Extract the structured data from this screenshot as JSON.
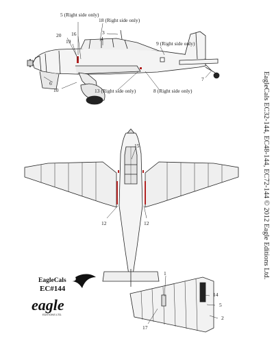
{
  "side_view": {
    "callouts": {
      "c5": "5 (Right side only)",
      "c18": "18 (Right side only)",
      "c3": "3",
      "c4": "4",
      "c20": "20",
      "c16": "16",
      "c19": "19",
      "c9": "9 (Right side only)",
      "c6": "6",
      "c10": "10",
      "c13": "13 (Right side only)",
      "c8": "8 (Right side only)",
      "c7": "7"
    }
  },
  "top_view": {
    "callouts": {
      "c15": "15",
      "c12_left": "12",
      "c12_right": "12"
    }
  },
  "wing_detail": {
    "callouts": {
      "c1": "1",
      "c14": "14",
      "c5": "5",
      "c2": "2",
      "c17": "17"
    }
  },
  "branding": {
    "series": "EagleCals",
    "sheet_number": "EC#144",
    "logo_word": "eagle",
    "logo_sub": "EDITIONS LTD."
  },
  "side_credit": "EagleCals EC32-144, EC48-144, EC72-144 © 2012 Eagle Editions Ltd."
}
